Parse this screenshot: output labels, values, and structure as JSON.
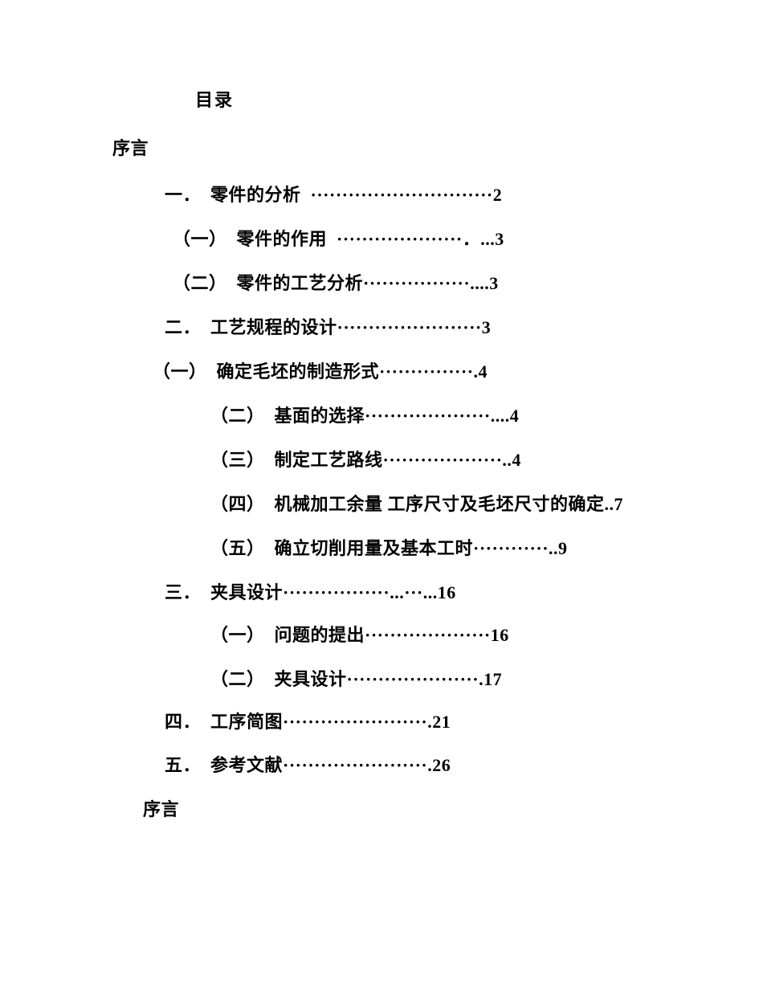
{
  "page": {
    "title": "目录",
    "preface_top": "序言",
    "preface_bottom": "序言",
    "toc_lines": [
      {
        "text": "一．  零件的分析  ·····························2"
      },
      {
        "text": "（一）  零件的作用  ····················．...3"
      },
      {
        "text": "（二）  零件的工艺分析·················....3"
      },
      {
        "text": "二．  工艺规程的设计·······················3"
      },
      {
        "text": "（一）  确定毛坯的制造形式···············.4"
      },
      {
        "text": "（二）  基面的选择····················....4"
      },
      {
        "text": "（三）  制定工艺路线···················..4"
      },
      {
        "text": "（四）  机械加工余量 工序尺寸及毛坯尺寸的确定..7"
      },
      {
        "text": "（五）  确立切削用量及基本工时············..9"
      },
      {
        "text": "三．  夹具设计·················...···...16"
      },
      {
        "text": "（一）  问题的提出····················16"
      },
      {
        "text": "（二）  夹具设计·····················.17"
      },
      {
        "text": "四．  工序简图·······················.21"
      },
      {
        "text": "五．  参考文献·······················.26"
      }
    ]
  }
}
